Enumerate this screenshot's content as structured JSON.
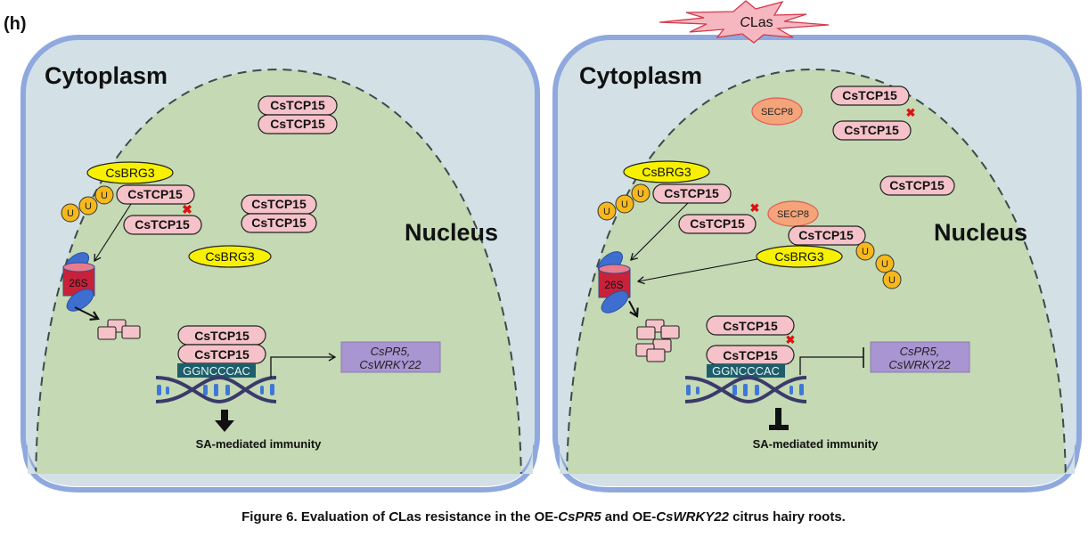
{
  "panel_label": "(h)",
  "colors": {
    "cell_fill": "#d3e1e6",
    "cell_border": "#8fa9df",
    "nucleus_fill": "#c4d9b4",
    "tcp_fill": "#f4c2c8",
    "brg3_fill": "#f7f000",
    "ub_fill": "#f6b81c",
    "secp8_fill": "#f5a47a",
    "secp8_border": "#e05a55",
    "proteasome_body": "#c8223a",
    "proteasome_cap": "#3e6fd0",
    "motif_fill": "#1d5e6b",
    "target_box": "#a995d1",
    "clas_fill": "#f6b7c0",
    "clas_border": "#d23a4a",
    "block_x": "#e01010"
  },
  "pathogen": {
    "label": "CLas",
    "italic_part": "C",
    "rest": "Las"
  },
  "panels": [
    {
      "id": "control",
      "cytoplasm_label": "Cytoplasm",
      "nucleus_label": "Nucleus",
      "proteins": {
        "dimer_top": [
          "CsTCP15",
          "CsTCP15"
        ],
        "dimer_mid": [
          "CsTCP15",
          "CsTCP15"
        ],
        "brg3_complex": {
          "brg3": "CsBRG3",
          "tcp_ub": "CsTCP15",
          "tcp_free": "CsTCP15",
          "ubiquitin": [
            "U",
            "U",
            "U"
          ]
        },
        "brg3_free": "CsBRG3",
        "proteasome": "26S",
        "dna_bound": [
          "CsTCP15",
          "CsTCP15"
        ]
      },
      "motif": "GGNCCCAC",
      "targets": [
        "CsPR5,",
        "CsWRKY22"
      ],
      "target_effect": "activation",
      "outcome": "SA-mediated immunity",
      "outcome_effect": "promote"
    },
    {
      "id": "clas_infected",
      "cytoplasm_label": "Cytoplasm",
      "nucleus_label": "Nucleus",
      "proteins": {
        "secp8_complex_top": {
          "secp8": "SECP8",
          "tcp": [
            "CsTCP15",
            "CsTCP15"
          ]
        },
        "tcp_single": "CsTCP15",
        "brg3_complex": {
          "brg3": "CsBRG3",
          "tcp_ub": "CsTCP15",
          "tcp_free": "CsTCP15",
          "ubiquitin": [
            "U",
            "U",
            "U"
          ]
        },
        "secp8_complex_mid": {
          "secp8": "SECP8",
          "tcp": "CsTCP15",
          "brg3": "CsBRG3",
          "ubiquitin": [
            "U",
            "U",
            "U"
          ]
        },
        "proteasome": "26S",
        "dna_bound": [
          "CsTCP15",
          "CsTCP15"
        ]
      },
      "motif": "GGNCCCAC",
      "targets": [
        "CsPR5,",
        "CsWRKY22"
      ],
      "target_effect": "inhibition",
      "outcome": "SA-mediated immunity",
      "outcome_effect": "inhibit"
    }
  ],
  "caption": {
    "segments": [
      {
        "text": "Figure 6. Evaluation of ",
        "italic": false
      },
      {
        "text": "C",
        "italic": true
      },
      {
        "text": "Las resistance in the OE-",
        "italic": false
      },
      {
        "text": "CsPR5",
        "italic": true
      },
      {
        "text": " and OE-",
        "italic": false
      },
      {
        "text": "CsWRKY22",
        "italic": true
      },
      {
        "text": " citrus hairy roots.",
        "italic": false
      }
    ]
  }
}
